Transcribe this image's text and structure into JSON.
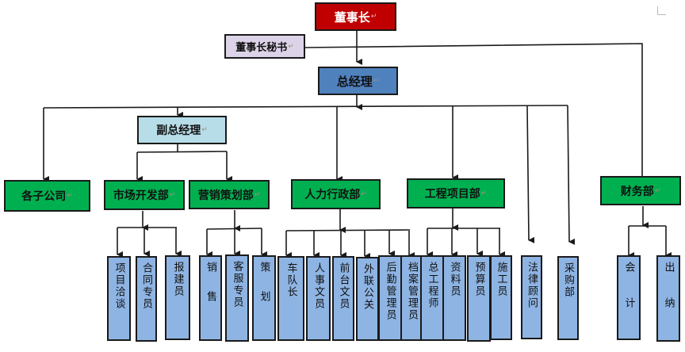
{
  "colors": {
    "chairman": "#c00000",
    "secretary": "#ddd3e8",
    "general_manager": "#4f81bd",
    "deputy_gm": "#b7dde8",
    "department": "#00b050",
    "position": "#8eb4e3",
    "line": "#1a1a1a"
  },
  "chairman": {
    "label": "董事长"
  },
  "secretary": {
    "label": "董事长秘书"
  },
  "general_manager": {
    "label": "总经理"
  },
  "deputy_gm": {
    "label": "副总经理"
  },
  "departments": [
    {
      "id": "subsidiaries",
      "label": "各子公司",
      "positions": []
    },
    {
      "id": "market",
      "label": "市场开发部",
      "positions": [
        "项目洽谈",
        "合同专员",
        "报建员"
      ]
    },
    {
      "id": "marketing",
      "label": "营销策划部",
      "positions": [
        "销售",
        "客服专员",
        "策划"
      ]
    },
    {
      "id": "hr-admin",
      "label": "人力行政部",
      "positions": [
        "车队长",
        "人事文员",
        "前台文员",
        "外联公关",
        "后勤管理员",
        "档案管理员"
      ]
    },
    {
      "id": "engineering",
      "label": "工程项目部",
      "positions": [
        "总工程师",
        "资料员",
        "预算员",
        "施工员"
      ]
    },
    {
      "id": "finance",
      "label": "财务部",
      "positions": [
        "会计",
        "出纳"
      ]
    }
  ],
  "direct_positions": [
    {
      "id": "legal",
      "label": "法律顾问"
    },
    {
      "id": "purchasing",
      "label": "采购部"
    }
  ]
}
